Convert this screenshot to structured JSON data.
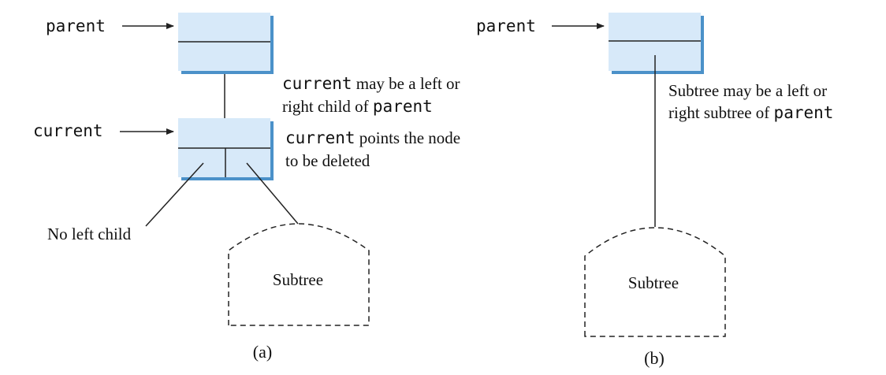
{
  "panel_a": {
    "parent_label": "parent",
    "current_label": "current",
    "note1": {
      "code": "current",
      "text1": " may be a left or",
      "text2": "right child of ",
      "code2": "parent"
    },
    "note2": {
      "code": "current",
      "text1": " points the node",
      "text2": "to be deleted"
    },
    "no_left_child": "No left child",
    "subtree": "Subtree",
    "caption": "(a)"
  },
  "panel_b": {
    "parent_label": "parent",
    "note": {
      "text1": "Subtree may be a left or",
      "text2": "right subtree of ",
      "code": "parent"
    },
    "subtree": "Subtree",
    "caption": "(b)"
  },
  "colors": {
    "node_fill": "#d7e9f9",
    "node_shadow": "#4b91c9"
  }
}
